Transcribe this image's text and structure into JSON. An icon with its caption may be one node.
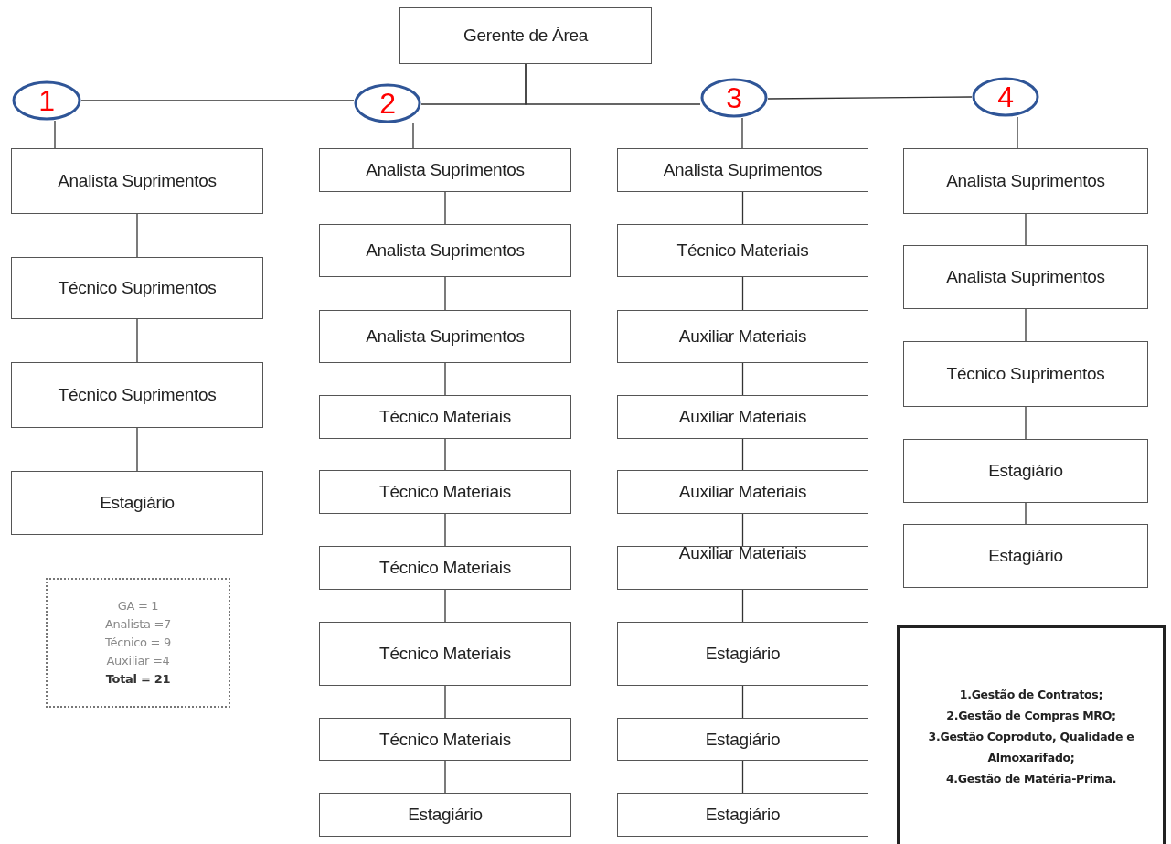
{
  "diagram": {
    "nodes": [
      {
        "text": [
          "Gerente de Área"
        ]
      },
      {
        "text": [
          "1"
        ]
      },
      {
        "text": [
          "2"
        ]
      },
      {
        "text": [
          "3"
        ]
      },
      {
        "text": [
          "4"
        ]
      },
      {
        "text": [
          "Analista Suprimentos"
        ]
      },
      {
        "text": [
          "Técnico Suprimentos"
        ]
      },
      {
        "text": [
          "Técnico Suprimentos"
        ]
      },
      {
        "text": [
          "Estagiário"
        ]
      },
      {
        "text": [
          "Analista Suprimentos"
        ]
      },
      {
        "text": [
          "Analista Suprimentos"
        ]
      },
      {
        "text": [
          "Analista Suprimentos"
        ]
      },
      {
        "text": [
          "Técnico Materiais"
        ]
      },
      {
        "text": [
          "Técnico Materiais"
        ]
      },
      {
        "text": [
          "Técnico Materiais"
        ]
      },
      {
        "text": [
          "Técnico Materiais"
        ]
      },
      {
        "text": [
          "Técnico Materiais"
        ]
      },
      {
        "text": [
          "Estagiário"
        ]
      },
      {
        "text": [
          "Analista Suprimentos"
        ]
      },
      {
        "text": [
          "Técnico Materiais"
        ]
      },
      {
        "text": [
          "Auxiliar Materiais"
        ]
      },
      {
        "text": [
          "Auxiliar Materiais"
        ]
      },
      {
        "text": [
          "Auxiliar Materiais"
        ]
      },
      {
        "text": [
          "Auxiliar Materiais"
        ]
      },
      {
        "text": [
          "Estagiário"
        ]
      },
      {
        "text": [
          "Estagiário"
        ]
      },
      {
        "text": [
          "Estagiário"
        ]
      },
      {
        "text": [
          "Analista Suprimentos"
        ]
      },
      {
        "text": [
          "Analista Suprimentos"
        ]
      },
      {
        "text": [
          "Técnico Suprimentos"
        ]
      },
      {
        "text": [
          "Estagiário"
        ]
      },
      {
        "text": [
          "Estagiário"
        ]
      },
      {
        "text": [
          "GA = 1",
          "Analista =7",
          "Técnico = 9",
          "Auxiliar =4",
          "Total = 21"
        ]
      },
      {
        "text": [
          "1.Gestão de Contratos;",
          "2.Gestão de Compras MRO;",
          "3.Gestão Coproduto, Qualidade e Almoxarifado;",
          "4.Gestão de Matéria-Prima."
        ]
      }
    ],
    "edges": [
      {
        "from": 0,
        "to": 2,
        "arrow": "none"
      },
      {
        "from": 0,
        "to": 3,
        "arrow": "none"
      },
      {
        "from": 1,
        "to": 2,
        "arrow": "none"
      },
      {
        "from": 3,
        "to": 4,
        "arrow": "none"
      },
      {
        "from": 1,
        "to": 5,
        "arrow": "none"
      },
      {
        "from": 5,
        "to": 6,
        "arrow": "none"
      },
      {
        "from": 6,
        "to": 7,
        "arrow": "none"
      },
      {
        "from": 7,
        "to": 8,
        "arrow": "none"
      },
      {
        "from": 2,
        "to": 9,
        "arrow": "none"
      },
      {
        "from": 9,
        "to": 10,
        "arrow": "none"
      },
      {
        "from": 10,
        "to": 11,
        "arrow": "none"
      },
      {
        "from": 11,
        "to": 12,
        "arrow": "none"
      },
      {
        "from": 12,
        "to": 13,
        "arrow": "none"
      },
      {
        "from": 13,
        "to": 14,
        "arrow": "none"
      },
      {
        "from": 14,
        "to": 15,
        "arrow": "none"
      },
      {
        "from": 15,
        "to": 16,
        "arrow": "none"
      },
      {
        "from": 16,
        "to": 17,
        "arrow": "none"
      },
      {
        "from": 3,
        "to": 18,
        "arrow": "none"
      },
      {
        "from": 18,
        "to": 19,
        "arrow": "none"
      },
      {
        "from": 19,
        "to": 20,
        "arrow": "none"
      },
      {
        "from": 20,
        "to": 21,
        "arrow": "none"
      },
      {
        "from": 21,
        "to": 22,
        "arrow": "none"
      },
      {
        "from": 22,
        "to": 23,
        "arrow": "none"
      },
      {
        "from": 23,
        "to": 24,
        "arrow": "none"
      },
      {
        "from": 24,
        "to": 25,
        "arrow": "none"
      },
      {
        "from": 25,
        "to": 26,
        "arrow": "none"
      },
      {
        "from": 4,
        "to": 27,
        "arrow": "none"
      },
      {
        "from": 27,
        "to": 28,
        "arrow": "none"
      },
      {
        "from": 28,
        "to": 29,
        "arrow": "none"
      },
      {
        "from": 29,
        "to": 30,
        "arrow": "none"
      },
      {
        "from": 30,
        "to": 31,
        "arrow": "none"
      }
    ]
  }
}
